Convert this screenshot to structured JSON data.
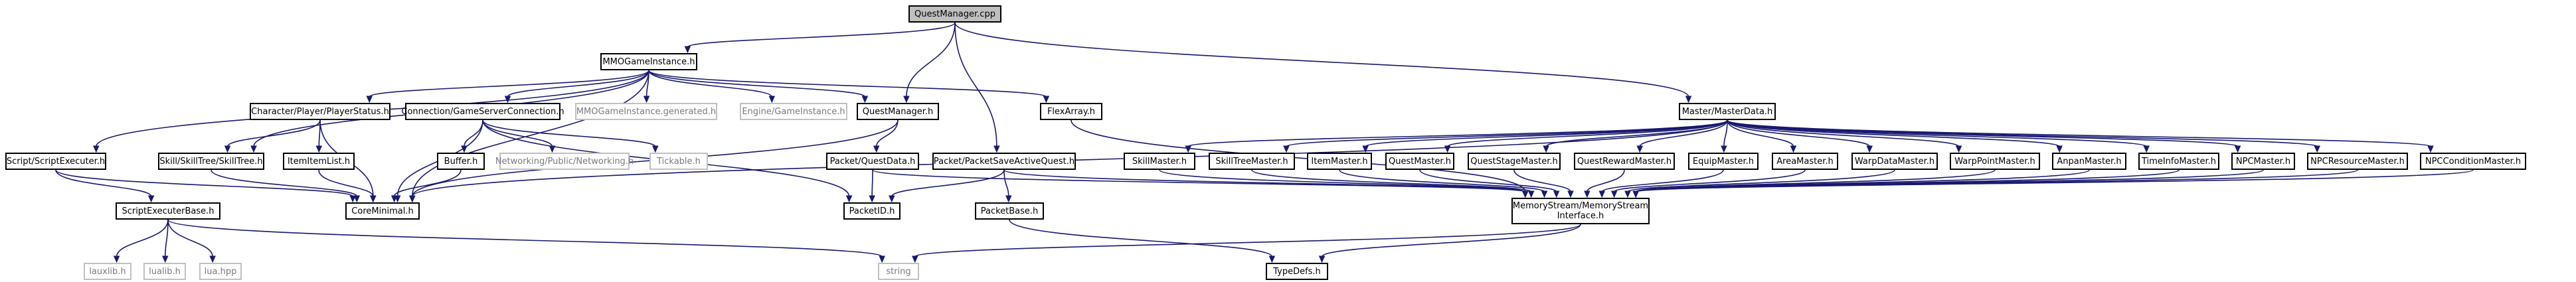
{
  "graph": {
    "nodes": {
      "questmanager_cpp": "QuestManager.cpp",
      "mmogameinstance_h": "MMOGameInstance.h",
      "questmanager_h": "QuestManager.h",
      "packet_savequest_h": "Packet/PacketSaveActiveQuest.h",
      "masterdata_h": "Master/MasterData.h",
      "scriptexecuter_h": "Script/ScriptExecuter.h",
      "playerstatus_h": "Character/Player/PlayerStatus.h",
      "gameserverconnection_h": "Connection/GameServerConnection.h",
      "mmogameinstance_generated_h": "MMOGameInstance.generated.h",
      "engine_gameinstance_h": "Engine/GameInstance.h",
      "flexarray_h": "FlexArray.h",
      "skilltree_h": "Skill/SkillTree/SkillTree.h",
      "itemitemlist_h": "ItemItemList.h",
      "buffer_h": "Buffer.h",
      "networking_h": "Networking/Public/Networking.h",
      "tickable_h": "Tickable.h",
      "packet_questdata_h": "Packet/QuestData.h",
      "skillmaster_h": "SkillMaster.h",
      "skilltreemaster_h": "SkillTreeMaster.h",
      "itemmaster_h": "ItemMaster.h",
      "questmaster_h": "QuestMaster.h",
      "queststagemaster_h": "QuestStageMaster.h",
      "questrewardmaster_h": "QuestRewardMaster.h",
      "equipmaster_h": "EquipMaster.h",
      "areamaster_h": "AreaMaster.h",
      "warpdatamaster_h": "WarpDataMaster.h",
      "warppointmaster_h": "WarpPointMaster.h",
      "anpanmaster_h": "AnpanMaster.h",
      "timeinfomaster_h": "TimeInfoMaster.h",
      "npcmaster_h": "NPCMaster.h",
      "npcresourcemaster_h": "NPCResourceMaster.h",
      "npcconditionmaster_h": "NPCConditionMaster.h",
      "scriptexecuterbase_h": "ScriptExecuterBase.h",
      "coreminimal_h": "CoreMinimal.h",
      "packetid_h": "PacketID.h",
      "packetbase_h": "PacketBase.h",
      "memorystream_h": "MemoryStream/MemoryStream\nInterface.h",
      "lauxlib_h": "lauxlib.h",
      "lualib_h": "lualib.h",
      "lua_hpp": "lua.hpp",
      "string": "string",
      "typedefs_h": "TypeDefs.h"
    }
  }
}
